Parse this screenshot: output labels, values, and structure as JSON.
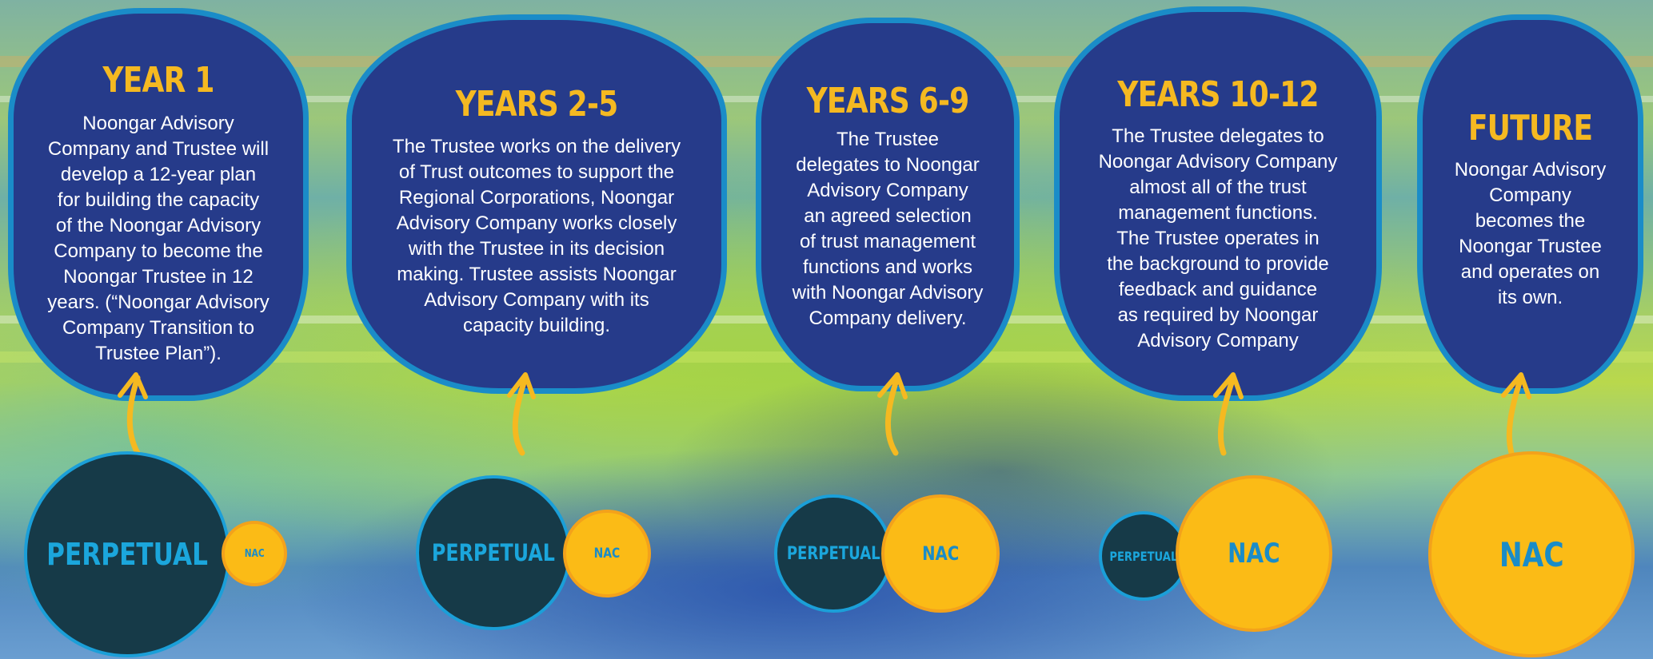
{
  "colors": {
    "bubble_fill": "#263b8a",
    "bubble_border": "#1a8cc8",
    "title_yellow": "#f5b921",
    "perpetual_fill": "#163a48",
    "nac_fill": "#fbbb16"
  },
  "stages": [
    {
      "title": "YEAR 1",
      "body": "Noongar Advisory\nCompany and Trustee will\ndevelop a 12-year plan\nfor building the capacity\nof the Noongar Advisory\nCompany to become the\nNoongar Trustee in 12\nyears. (“Noongar Advisory\nCompany Transition to\nTrustee Plan”).",
      "perpetual_label": "PERPETUAL",
      "nac_label": "NAC"
    },
    {
      "title": "YEARS 2-5",
      "body": "The Trustee works on the delivery\nof Trust outcomes to support the\nRegional Corporations, Noongar\nAdvisory Company works closely\nwith the Trustee in its decision\nmaking. Trustee assists Noongar\nAdvisory Company with its\ncapacity building.",
      "perpetual_label": "PERPETUAL",
      "nac_label": "NAC"
    },
    {
      "title": "YEARS 6-9",
      "body": "The Trustee\ndelegates to Noongar\nAdvisory Company\nan agreed selection\nof trust management\nfunctions and works\nwith Noongar Advisory\nCompany delivery.",
      "perpetual_label": "PERPETUAL",
      "nac_label": "NAC"
    },
    {
      "title": "YEARS 10-12",
      "body": "The Trustee delegates to\nNoongar Advisory Company\nalmost all of the trust\nmanagement functions.\nThe Trustee operates in\nthe background to provide\nfeedback and guidance\nas required by Noongar\nAdvisory Company",
      "perpetual_label": "PERPETUAL",
      "nac_label": "NAC"
    },
    {
      "title": "FUTURE",
      "body": "Noongar Advisory\nCompany\nbecomes the\nNoongar Trustee\nand operates on\nits own.",
      "nac_label": "NAC"
    }
  ]
}
